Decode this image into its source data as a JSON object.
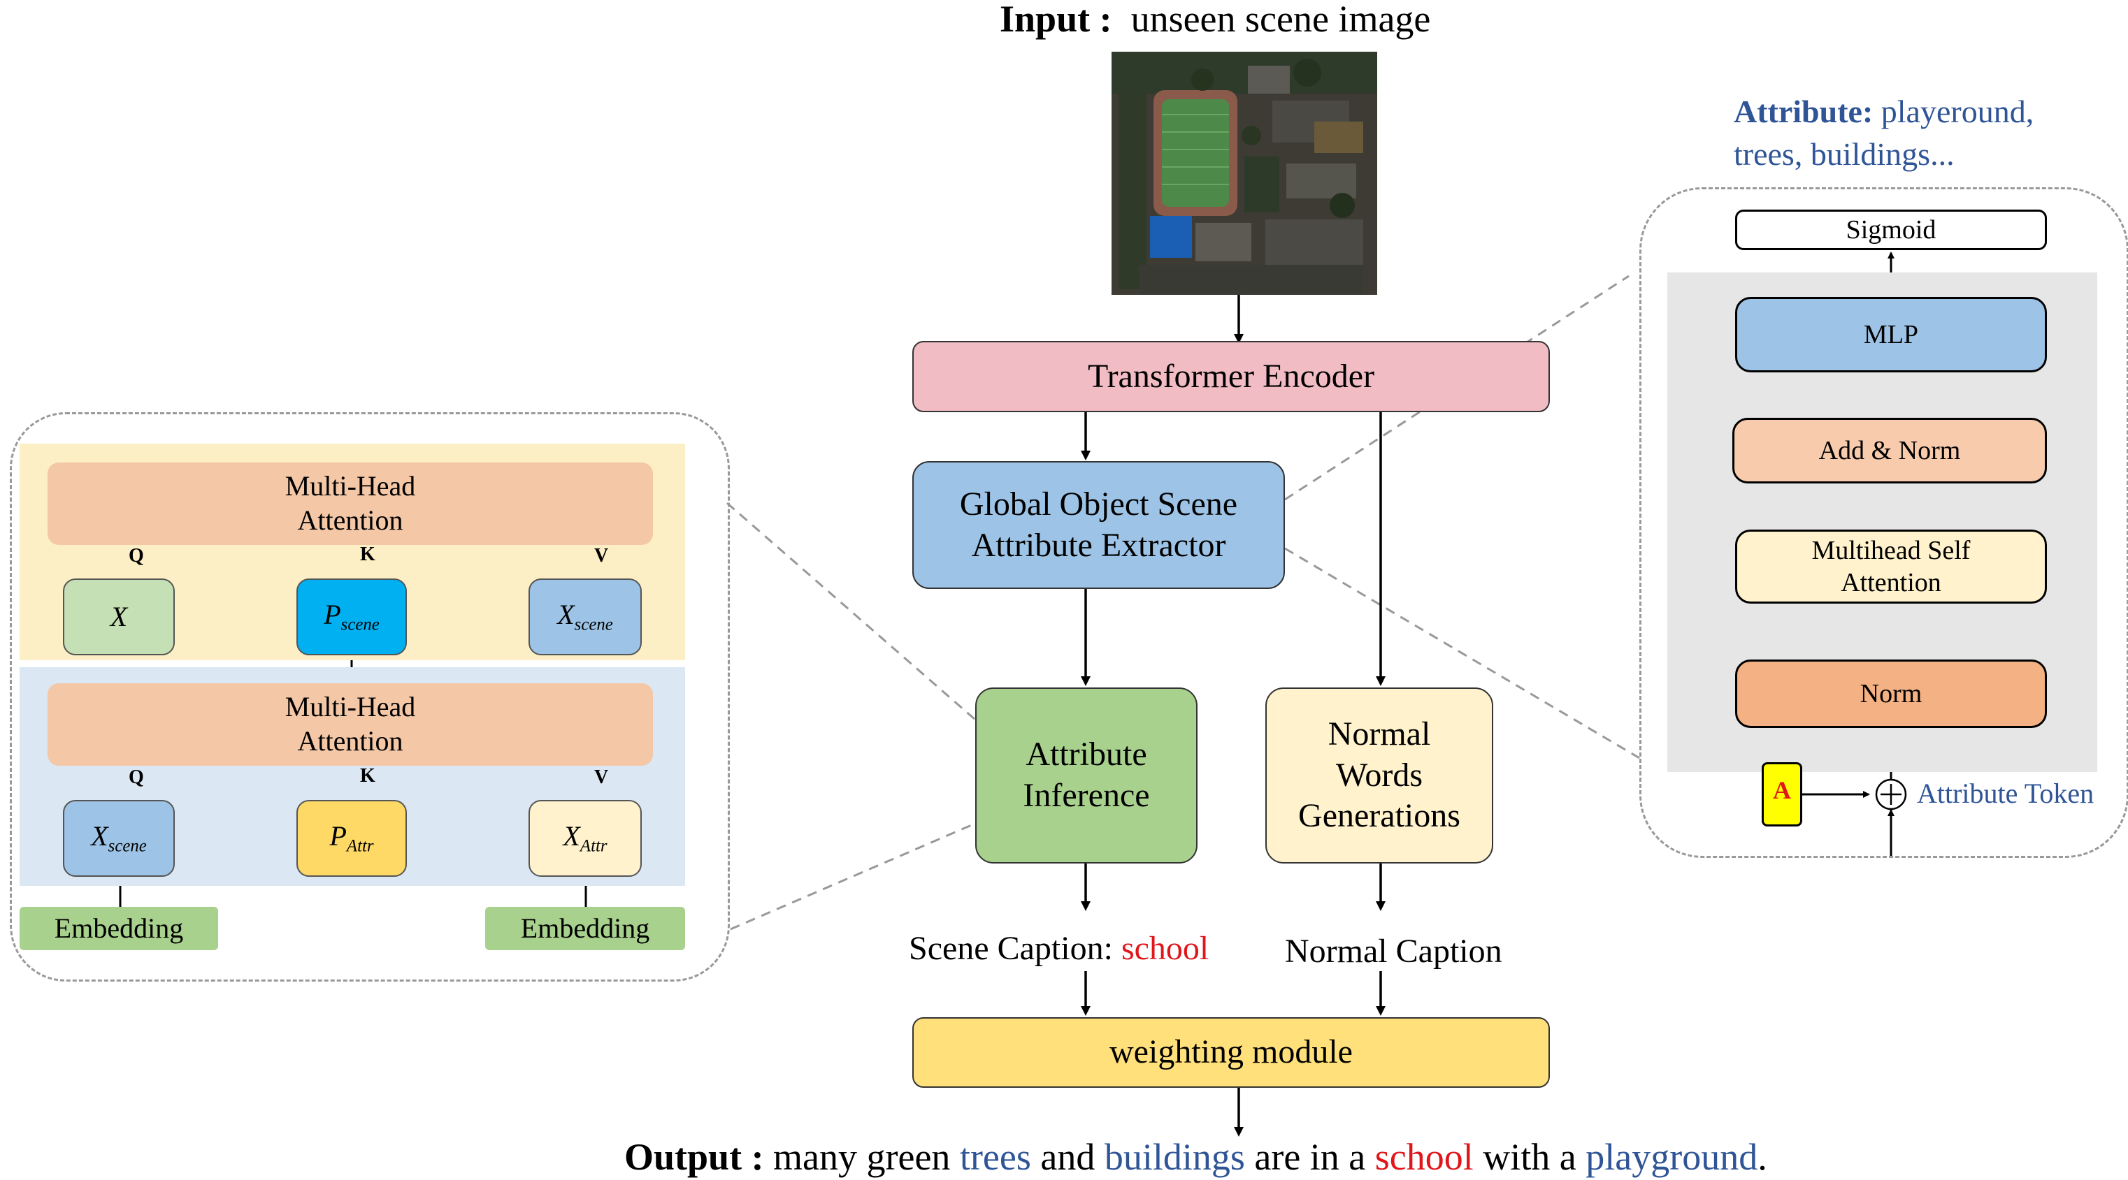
{
  "input": {
    "prefix": "Input :",
    "text": "unseen scene image"
  },
  "image": {
    "alt": "aerial view of school campus with sports field"
  },
  "center": {
    "encoder": "Transformer Encoder",
    "extractor_line1": "Global Object Scene",
    "extractor_line2": "Attribute Extractor",
    "inference_line1": "Attribute",
    "inference_line2": "Inference",
    "normal_line1": "Normal",
    "normal_line2": "Words",
    "normal_line3": "Generations",
    "scene_caption_prefix": "Scene Caption:",
    "scene_caption_value": "school",
    "normal_caption": "Normal Caption",
    "weighting": "weighting module"
  },
  "output": {
    "prefix": "Output :",
    "t1": "many green",
    "w_trees": "trees",
    "t2": "and",
    "w_buildings": "buildings",
    "t3": "are in a",
    "w_school": "school",
    "t4": "with a",
    "w_playground": "playground",
    "t5": "."
  },
  "left": {
    "top_attention_line1": "Multi-Head",
    "top_attention_line2": "Attention",
    "bottom_attention_line1": "Multi-Head",
    "bottom_attention_line2": "Attention",
    "q": "Q",
    "k": "K",
    "v": "V",
    "x": "X",
    "p_scene_main": "P",
    "p_scene_sub": "scene",
    "x_scene_main": "X",
    "x_scene_sub": "scene",
    "x_scene2_main": "X",
    "x_scene2_sub": "scene",
    "p_attr_main": "P",
    "p_attr_sub": "Attr",
    "x_attr_main": "X",
    "x_attr_sub": "Attr",
    "embedding_left": "Embedding",
    "embedding_right": "Embedding"
  },
  "right": {
    "attribute_label": "Attribute:",
    "attribute_list_line1": "playeround,",
    "attribute_list_line2": "trees, buildings...",
    "sigmoid": "Sigmoid",
    "mlp": "MLP",
    "add_norm": "Add & Norm",
    "mhsa_line1": "Multihead Self",
    "mhsa_line2": "Attention",
    "norm": "Norm",
    "token_letter": "A",
    "plus": "+",
    "token_label": "Attribute Token"
  },
  "colors": {
    "pink": "#f2bcc4",
    "blue": "#9dc3e6",
    "green": "#a9d18e",
    "cream": "#fff2cc",
    "yellow": "#ffe07a",
    "peach": "#f4c7a6",
    "bright_blue": "#00b0f0",
    "panel_yellow": "#fdefc5",
    "panel_blue": "#dbe7f3",
    "panel_gray": "#e6e6e6",
    "word_blue": "#2f5597",
    "word_red": "#e0161b"
  }
}
